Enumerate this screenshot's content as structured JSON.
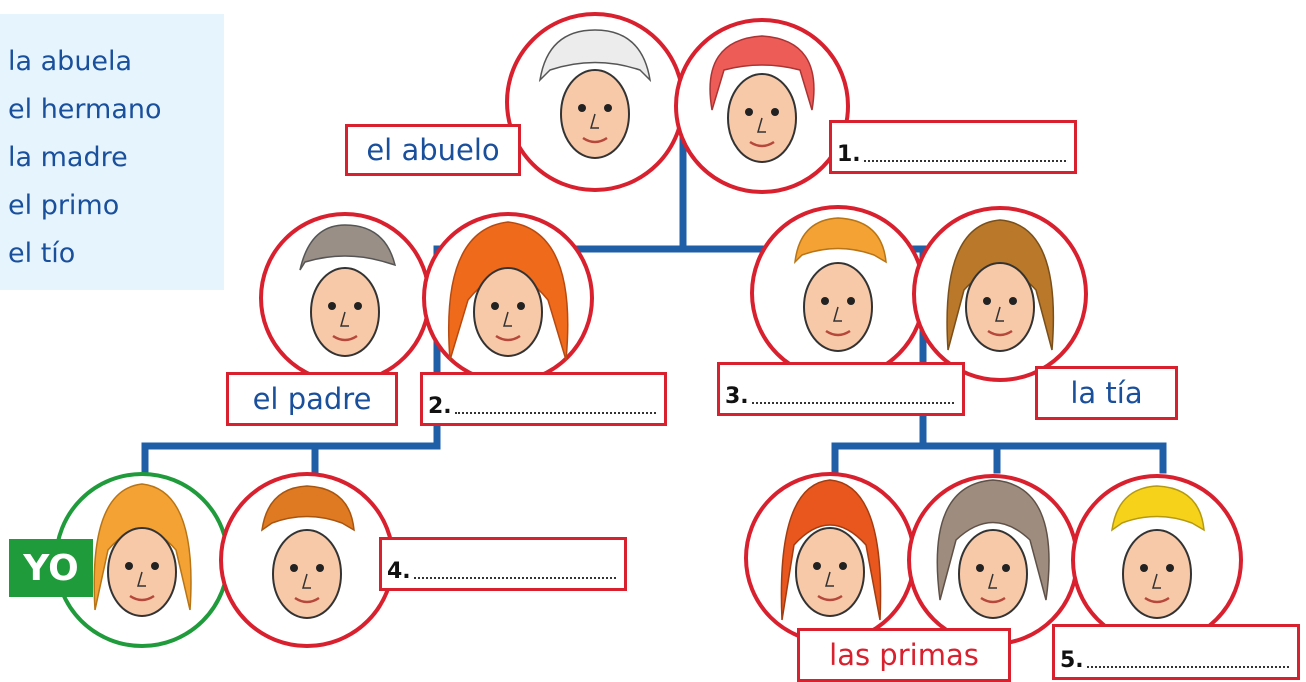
{
  "word_bank": [
    "la abuela",
    "el hermano",
    "la madre",
    "el primo",
    "el tío"
  ],
  "labels": {
    "abuelo": "el abuelo",
    "padre": "el padre",
    "tia": "la tía",
    "primas": "las primas"
  },
  "blanks": [
    "1.",
    "2.",
    "3.",
    "4.",
    "5."
  ],
  "yo": "YO",
  "colors": {
    "line": "#1f5fa8",
    "circle_border": "#d8202e",
    "yo_border": "#1f9b3b",
    "word_text": "#1a4f9c",
    "wordbank_bg": "#e6f5fd",
    "yo_bg": "#1f9b3b"
  }
}
